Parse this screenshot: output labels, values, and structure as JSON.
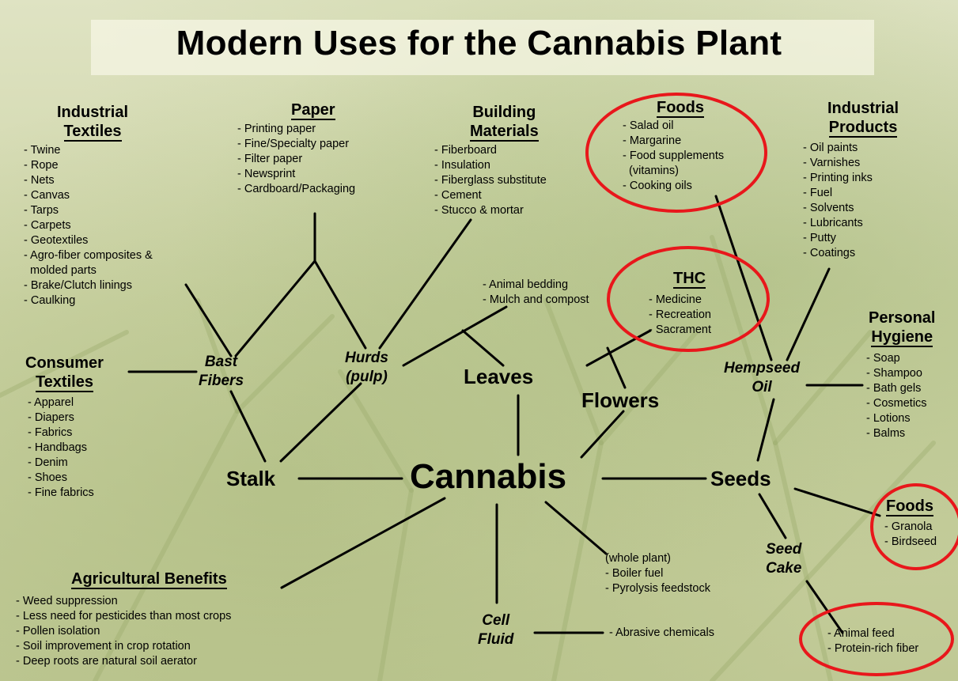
{
  "title": "Modern Uses for the Cannabis Plant",
  "highlight_color": "#e8171b",
  "groups": {
    "industrial_textiles": {
      "heading": [
        "Industrial",
        "Textiles"
      ],
      "items": [
        "- Twine",
        "- Rope",
        "- Nets",
        "- Canvas",
        "- Tarps",
        "- Carpets",
        "- Geotextiles",
        "- Agro-fiber composites &",
        "  molded parts",
        "- Brake/Clutch linings",
        "- Caulking"
      ]
    },
    "paper": {
      "heading": [
        "Paper"
      ],
      "items": [
        "- Printing paper",
        "- Fine/Specialty paper",
        "- Filter paper",
        "- Newsprint",
        "- Cardboard/Packaging"
      ]
    },
    "building": {
      "heading": [
        "Building",
        "Materials"
      ],
      "items": [
        "- Fiberboard",
        "- Insulation",
        "- Fiberglass substitute",
        "- Cement",
        "- Stucco & mortar"
      ]
    },
    "foods_top": {
      "heading": [
        "Foods"
      ],
      "items": [
        "- Salad oil",
        "- Margarine",
        "- Food supplements",
        "  (vitamins)",
        "- Cooking oils"
      ]
    },
    "industrial_products": {
      "heading": [
        "Industrial",
        "Products"
      ],
      "items": [
        "- Oil paints",
        "- Varnishes",
        "- Printing inks",
        "- Fuel",
        "- Solvents",
        "- Lubricants",
        "- Putty",
        "- Coatings"
      ]
    },
    "thc": {
      "heading": [
        "THC"
      ],
      "items": [
        "- Medicine",
        "- Recreation",
        "- Sacrament"
      ]
    },
    "leaves_uses": {
      "items": [
        "- Animal bedding",
        "- Mulch and compost"
      ]
    },
    "personal_hygiene": {
      "heading": [
        "Personal",
        "Hygiene"
      ],
      "items": [
        "- Soap",
        "- Shampoo",
        "- Bath gels",
        "- Cosmetics",
        "- Lotions",
        "- Balms"
      ]
    },
    "consumer_textiles": {
      "heading": [
        "Consumer",
        "Textiles"
      ],
      "items": [
        "- Apparel",
        "- Diapers",
        "- Fabrics",
        "- Handbags",
        "- Denim",
        "- Shoes",
        "- Fine fabrics"
      ]
    },
    "foods_seeds": {
      "heading": [
        "Foods"
      ],
      "items": [
        "- Granola",
        "- Birdseed"
      ]
    },
    "whole_plant": {
      "items": [
        "(whole plant)",
        "- Boiler fuel",
        "- Pyrolysis feedstock"
      ]
    },
    "agricultural": {
      "heading": [
        "Agricultural Benefits"
      ],
      "items": [
        "- Weed suppression",
        "- Less need for pesticides than most crops",
        "- Pollen isolation",
        "- Soil improvement in crop rotation",
        "- Deep roots are natural soil aerator"
      ]
    },
    "cell_fluid_uses": {
      "items": [
        "- Abrasive chemicals"
      ]
    },
    "seed_cake_uses": {
      "items": [
        "- Animal feed",
        "- Protein-rich fiber"
      ]
    }
  },
  "nodes": {
    "cannabis": "Cannabis",
    "stalk": "Stalk",
    "seeds": "Seeds",
    "leaves": "Leaves",
    "flowers": "Flowers",
    "bast": [
      "Bast",
      "Fibers"
    ],
    "hurds": [
      "Hurds",
      "(pulp)"
    ],
    "hempseed_oil": [
      "Hempseed",
      "Oil"
    ],
    "seed_cake": [
      "Seed",
      "Cake"
    ],
    "cell_fluid": [
      "Cell",
      "Fluid"
    ]
  }
}
